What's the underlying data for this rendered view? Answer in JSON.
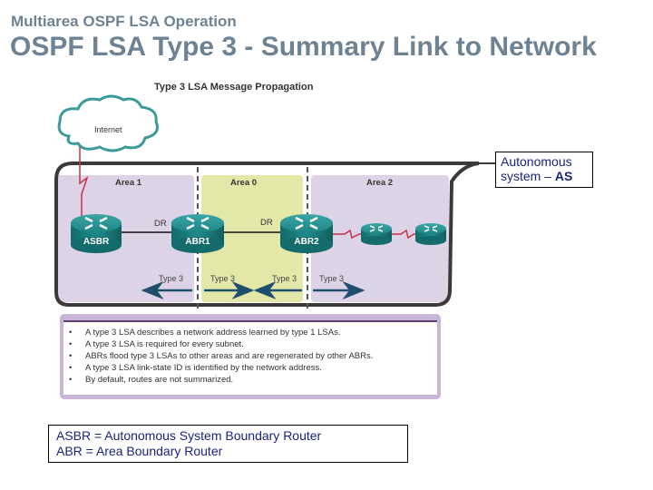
{
  "header": {
    "subtitle": "Multiarea OSPF LSA Operation",
    "title": "OSPF LSA Type 3 - Summary Link to Network"
  },
  "diagram": {
    "title": "Type 3 LSA Message Propagation",
    "cloud_label": "Internet",
    "areas": [
      {
        "label": "Area 1",
        "color": "#ddd3e6"
      },
      {
        "label": "Area 0",
        "color": "#e3e8a8"
      },
      {
        "label": "Area 2",
        "color": "#ddd3e6"
      }
    ],
    "routers": [
      {
        "label": "ASBR"
      },
      {
        "label": "ABR1"
      },
      {
        "label": "ABR2"
      },
      {
        "label": ""
      },
      {
        "label": ""
      }
    ],
    "dr_labels": [
      "DR",
      "DR"
    ],
    "type_labels": [
      "Type 3",
      "Type 3",
      "Type 3",
      "Type 3"
    ],
    "colors": {
      "router": "#1e8a8a",
      "arrow": "#1f4e6e",
      "serial_link": "#c8334a",
      "as_border": "#3a3a3a"
    }
  },
  "as_callout": {
    "text": "Autonomous system – ",
    "abbr": "AS"
  },
  "info": {
    "bullets": [
      "A type 3 LSA describes a network address learned by type 1 LSAs.",
      "A type 3 LSA is required for every subnet.",
      "ABRs flood type 3 LSAs to other areas and are regenerated by other ABRs.",
      "A type 3 LSA link-state ID is identified by the network address.",
      "By default, routes are not summarized."
    ]
  },
  "legend": {
    "line1": "ASBR = Autonomous System Boundary Router",
    "line2": "ABR = Area Boundary Router"
  }
}
